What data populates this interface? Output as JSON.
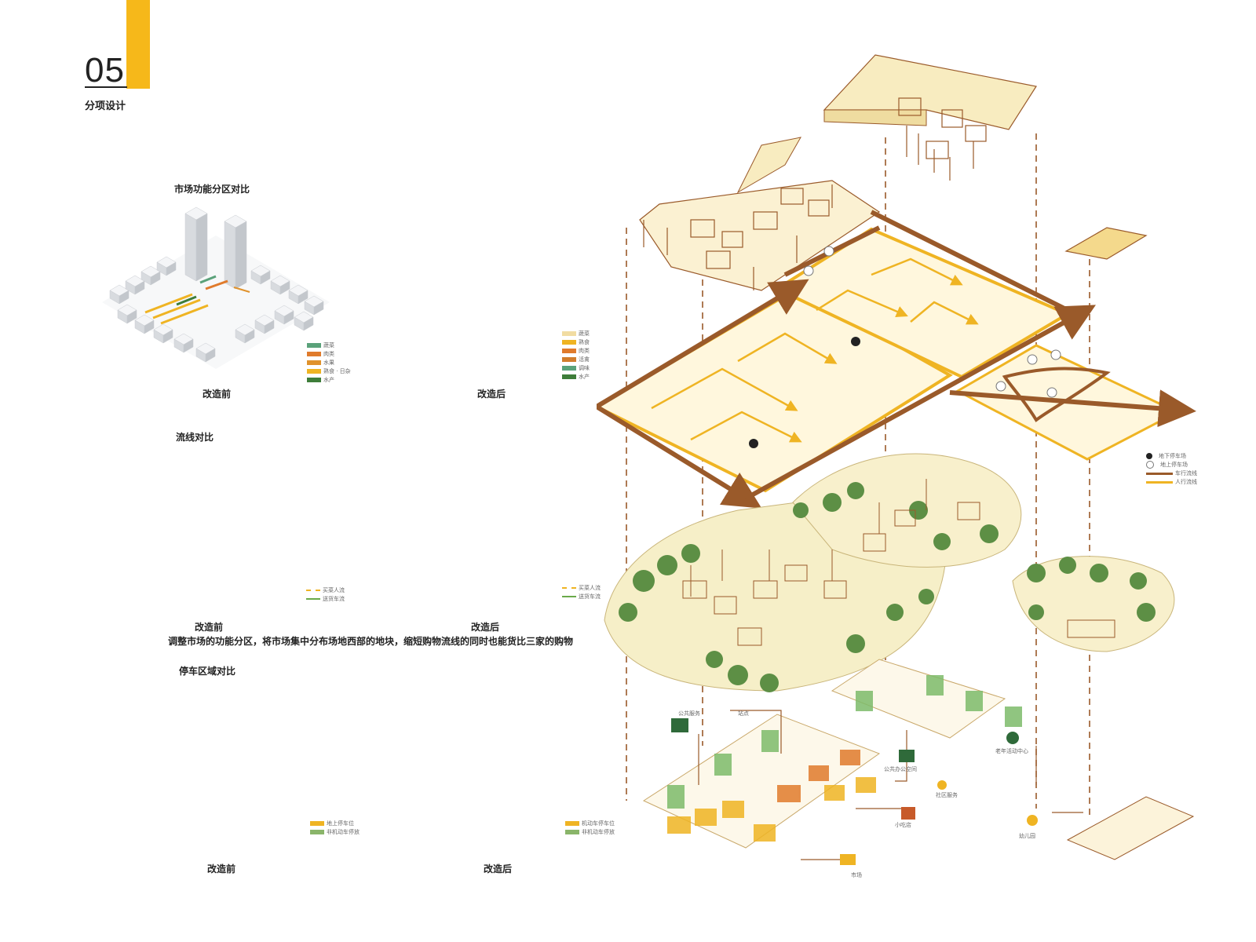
{
  "section": {
    "number": "05",
    "title": "分项设计"
  },
  "groups": {
    "function": {
      "heading": "市场功能分区对比",
      "before": "改造前",
      "after": "改造后"
    },
    "flow": {
      "heading": "流线对比",
      "before": "改造前",
      "after": "改造后"
    },
    "parking": {
      "heading": "停车区域对比",
      "before": "改造前",
      "after": "改造后"
    }
  },
  "description": "调整市场的功能分区，将市场集中分布场地西部的地块，缩短购物流线的同时也能货比三家的购物",
  "legends": {
    "function_before": [
      {
        "label": "蔬菜",
        "color": "#5aa27a"
      },
      {
        "label": "肉类",
        "color": "#e07b2c"
      },
      {
        "label": "水果",
        "color": "#e0922c"
      },
      {
        "label": "熟食 · 日杂",
        "color": "#efb423"
      },
      {
        "label": "水产",
        "color": "#3e7d3a"
      }
    ],
    "function_after": [
      {
        "label": "蔬菜",
        "color": "#f1dca2"
      },
      {
        "label": "熟食",
        "color": "#efb423"
      },
      {
        "label": "肉类",
        "color": "#e07b2c"
      },
      {
        "label": "活禽",
        "color": "#d27d2c"
      },
      {
        "label": "调味",
        "color": "#5aa27a"
      },
      {
        "label": "水产",
        "color": "#3e7d3a"
      }
    ],
    "flow": [
      {
        "label": "买菜人流",
        "color": "#efb423",
        "style": "dashed"
      },
      {
        "label": "送货车流",
        "color": "#6aaa4a",
        "style": "solid"
      }
    ],
    "parking_before": [
      {
        "label": "地上停车位",
        "color": "#efb423"
      },
      {
        "label": "非机动车停放",
        "color": "#8ab56a"
      }
    ],
    "parking_after": [
      {
        "label": "机动车停车位",
        "color": "#efb423"
      },
      {
        "label": "非机动车停放",
        "color": "#8ab56a"
      }
    ],
    "main": [
      {
        "label": "地下停车场",
        "kind": "pin-dark"
      },
      {
        "label": "地上停车场",
        "kind": "pin-light"
      },
      {
        "label": "车行流线",
        "color": "#9a5a2a"
      },
      {
        "label": "人行流线",
        "color": "#efb423"
      }
    ]
  },
  "program_labels": {
    "public_service": "公共服务",
    "station": "站点",
    "public_office": "公共办公空间",
    "community_office": "社区服务",
    "elder_center": "老年活动中心",
    "small_stall": "小吃店",
    "kindergarten": "幼儿园",
    "market": "市场"
  },
  "colors": {
    "accent": "#f6b81a",
    "brown": "#9a5a2a",
    "road_yellow": "#efb423",
    "tree_green": "#5d8f45",
    "building_gray": "#e3e5e8"
  }
}
